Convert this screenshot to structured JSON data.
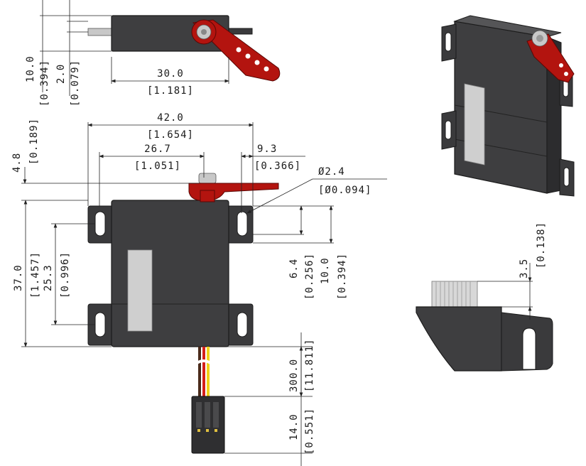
{
  "dimensions": {
    "top_view": {
      "height_10": "10.0",
      "height_10_in": "[0.394]",
      "offset_2": "2.0",
      "offset_2_in": "[0.079]",
      "length_30": "30.0",
      "length_30_in": "[1.181]"
    },
    "front_view": {
      "width_42": "42.0",
      "width_42_in": "[1.654]",
      "spline_26_7": "26.7",
      "spline_26_7_in": "[1.051]",
      "tab_9_3": "9.3",
      "tab_9_3_in": "[0.366]",
      "hole_dia": "Ø2.4",
      "hole_dia_in": "[Ø0.094]",
      "top_4_8": "4.8",
      "top_4_8_in": "[0.189]",
      "height_37": "37.0",
      "height_37_in": "[1.457]",
      "holes_25_3": "25.3",
      "holes_25_3_in": "[0.996]",
      "slot_6_4": "6.4",
      "slot_6_4_in": "[0.256]",
      "tab_10": "10.0",
      "tab_10_in": "[0.394]",
      "wire_300": "300.0",
      "wire_300_in": "[11.811]",
      "plug_14": "14.0",
      "plug_14_in": "[0.551]"
    },
    "side_view": {
      "spline_3_5": "3.5",
      "spline_3_5_in": "[0.138]"
    }
  },
  "colors": {
    "body": "#3e3e40",
    "horn": "#b3140f",
    "wire_red": "#d4201a",
    "wire_yellow": "#f0d21a",
    "wire_brown": "#4a2a1a"
  }
}
